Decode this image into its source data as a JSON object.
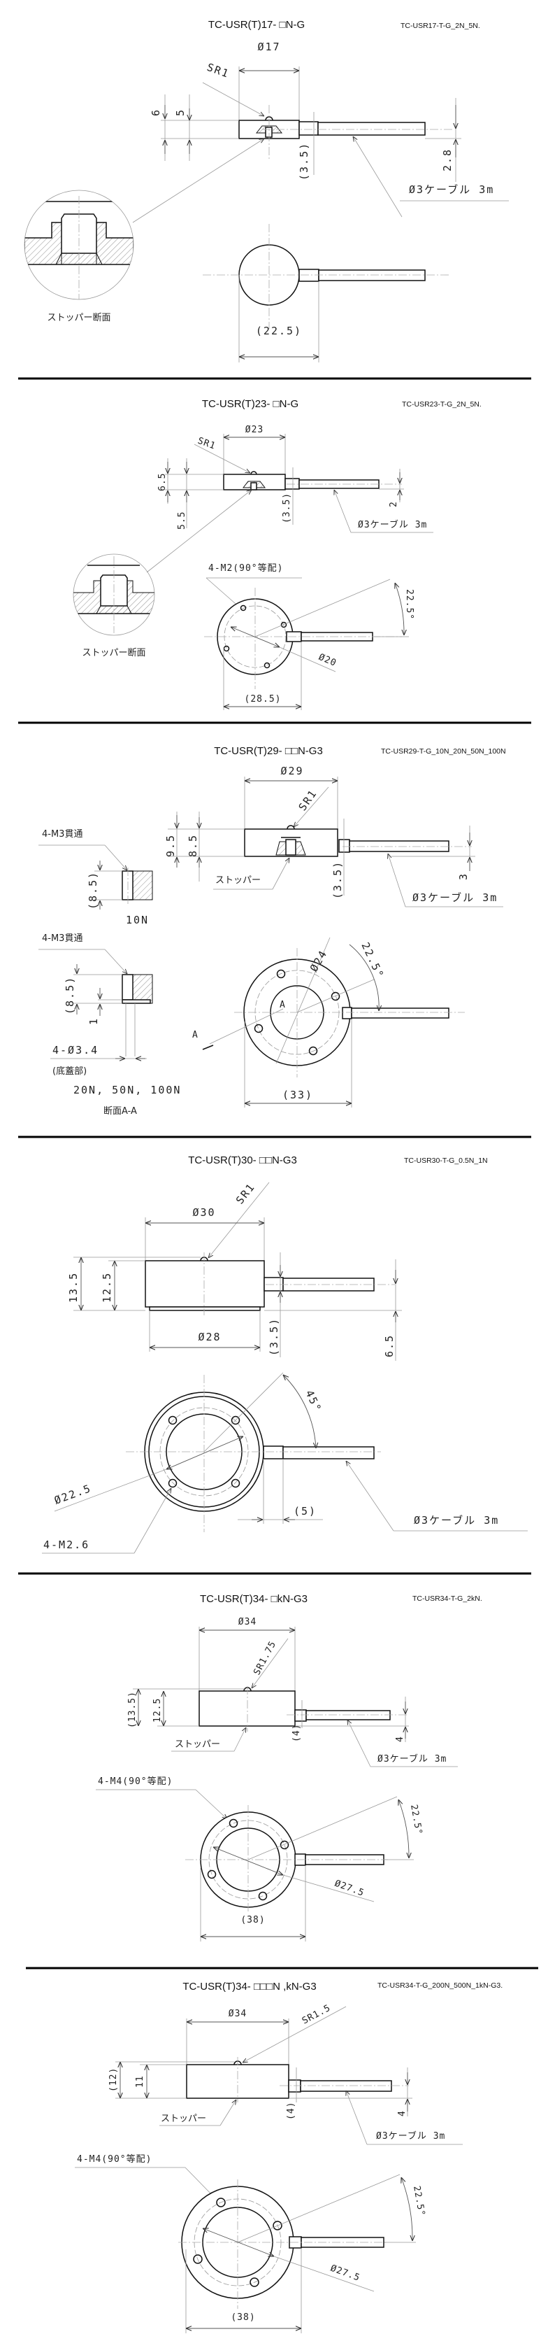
{
  "sections": [
    {
      "title": "TC-USR(T)17- □N-G",
      "code": "TC-USR17-T-G_2N_5N.",
      "diameter": "Ø17",
      "sr": "SR1",
      "h1": "6",
      "h2": "5",
      "boss": "(3.5)",
      "cable_offset": "2.8",
      "cable": "Ø3ケーブル 3m",
      "detail_label": "ストッパー断面",
      "width": "(22.5)"
    },
    {
      "title": "TC-USR(T)23- □N-G",
      "code": "TC-USR23-T-G_2N_5N.",
      "diameter": "Ø23",
      "sr": "SR1",
      "h1": "6.5",
      "h2": "5.5",
      "boss": "(3.5)",
      "cable_offset": "2",
      "cable": "Ø3ケーブル 3m",
      "detail_label": "ストッパー断面",
      "holes": "4-M2(90°等配)",
      "angle": "22.5°",
      "pcd": "Ø20",
      "width": "(28.5)"
    },
    {
      "title": "TC-USR(T)29- □□N-G3",
      "code": "TC-USR29-T-G_10N_20N_50N_100N",
      "diameter": "Ø29",
      "sr": "SR1",
      "h1": "9.5",
      "h2": "8.5",
      "stopper": "ストッパー",
      "boss": "(3.5)",
      "cable_offset": "3",
      "cable": "Ø3ケーブル 3m",
      "through1": "4-M3貫通",
      "depth1": "(8.5)",
      "variant1": "10N",
      "through2": "4-M3貫通",
      "depth2": "(8.5)",
      "depth3": "1",
      "hole": "4-Ø3.4",
      "hole_note": "(底蓋部)",
      "variant2": "20N, 50N, 100N",
      "section_label": "断面A-A",
      "section_mark": "A",
      "pcd": "Ø24",
      "angle": "22.5°",
      "width": "(33)"
    },
    {
      "title": "TC-USR(T)30- □□N-G3",
      "code": "TC-USR30-T-G_0.5N_1N",
      "sr": "SR1",
      "diameter": "Ø30",
      "h1": "13.5",
      "h2": "12.5",
      "bottom_diameter": "Ø28",
      "boss": "(3.5)",
      "cable_offset": "6.5",
      "angle": "45°",
      "pcd": "Ø22.5",
      "boss_len": "(5)",
      "holes": "4-M2.6",
      "cable": "Ø3ケーブル 3m"
    },
    {
      "title": "TC-USR(T)34- □kN-G3",
      "code": "TC-USR34-T-G_2kN.",
      "diameter": "Ø34",
      "sr": "SR1.75",
      "h1": "(13.5)",
      "h2": "12.5",
      "stopper": "ストッパー",
      "boss": "(4)",
      "cable_offset": "4",
      "cable": "Ø3ケーブル 3m",
      "holes": "4-M4(90°等配)",
      "angle": "22.5°",
      "pcd": "Ø27.5",
      "width": "(38)"
    },
    {
      "title": "TC-USR(T)34- □□□N ,kN-G3",
      "code": "TC-USR34-T-G_200N_500N_1kN-G3.",
      "diameter": "Ø34",
      "sr": "SR1.5",
      "h1": "(12)",
      "h2": "11",
      "stopper": "ストッパー",
      "boss": "(4)",
      "cable_offset": "4",
      "cable": "Ø3ケーブル 3m",
      "holes": "4-M4(90°等配)",
      "angle": "22.5°",
      "pcd": "Ø27.5",
      "width": "(38)"
    }
  ]
}
